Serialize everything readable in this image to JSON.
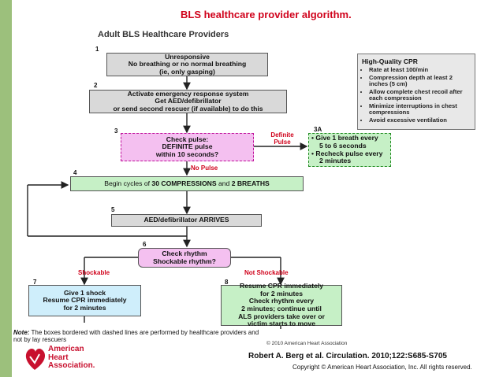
{
  "slide": {
    "title": "BLS healthcare provider algorithm.",
    "citation": "Robert A. Berg et al. Circulation. 2010;122:S685-S705",
    "copyright": "Copyright © American Heart Association, Inc. All rights reserved."
  },
  "figure": {
    "title": "Adult BLS Healthcare Providers",
    "copyright": "© 2010 American Heart Association",
    "note_label": "Note:",
    "note": "The boxes bordered with dashed lines are performed by healthcare providers and not by lay rescuers"
  },
  "steps": {
    "s1": {
      "num": "1",
      "l1": "Unresponsive",
      "l2": "No breathing or no normal breathing",
      "l3": "(ie, only gasping)"
    },
    "s2": {
      "num": "2",
      "l1": "Activate emergency response system",
      "l2": "Get AED/defibrillator",
      "l3": "or send second rescuer (if available) to do this"
    },
    "s3": {
      "num": "3",
      "l1": "Check pulse:",
      "l2": "DEFINITE pulse",
      "l3": "within 10 seconds?"
    },
    "s3a": {
      "num": "3A",
      "l1": "• Give 1 breath every",
      "l2": "5 to 6 seconds",
      "l3": "• Recheck pulse every",
      "l4": "2 minutes"
    },
    "s4": {
      "num": "4",
      "pre": "Begin cycles of ",
      "b1": "30 COMPRESSIONS",
      "mid": " and ",
      "b2": "2 BREATHS"
    },
    "s5": {
      "num": "5",
      "l1": "AED/defibrillator ARRIVES"
    },
    "s6": {
      "num": "6",
      "l1": "Check rhythm",
      "l2": "Shockable rhythm?"
    },
    "s7": {
      "num": "7",
      "l1": "Give 1 shock",
      "l2": "Resume CPR immediately",
      "l3": "for 2 minutes"
    },
    "s8": {
      "num": "8",
      "l1": "Resume CPR immediately",
      "l2": "for 2 minutes",
      "l3": "Check rhythm every",
      "l4": "2 minutes; continue until",
      "l5": "ALS providers take over or",
      "l6": "victim starts to move"
    }
  },
  "labels": {
    "definite_pulse_1": "Definite",
    "definite_pulse_2": "Pulse",
    "no_pulse": "No Pulse",
    "shockable": "Shockable",
    "not_shockable": "Not Shockable"
  },
  "high_quality_cpr": {
    "title": "High-Quality CPR",
    "items": [
      "Rate at least 100/min",
      "Compression depth at least 2 inches (5 cm)",
      "Allow complete chest recoil after each compression",
      "Minimize interruptions in chest compressions",
      "Avoid excessive ventilation"
    ]
  },
  "logo": {
    "line1": "American",
    "line2": "Heart",
    "line3": "Association."
  },
  "colors": {
    "title_red": "#d0021b",
    "sidebar_green": "#9cc07c",
    "box_green": "#c6f0c6",
    "box_pink": "#f4c0f0",
    "box_blue": "#cfeefb",
    "box_grey": "#d9d9d9"
  }
}
